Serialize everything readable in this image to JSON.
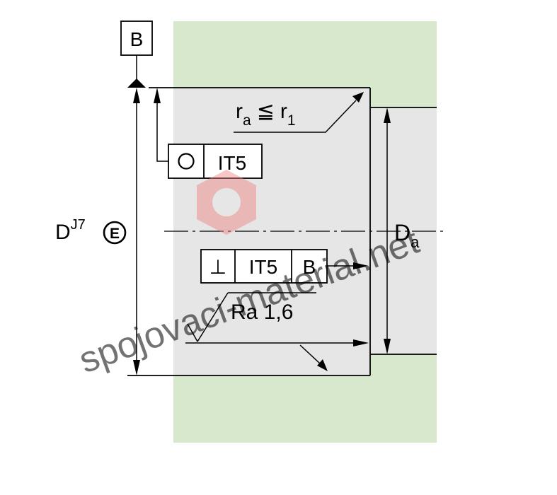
{
  "datum": {
    "letter": "B"
  },
  "bore": {
    "label_main": "D",
    "label_sup": "J7",
    "envelope_symbol": "E"
  },
  "shoulder": {
    "label_main": "D",
    "label_sub": "a"
  },
  "radius_note": {
    "r_a": "r",
    "r_a_sub": "a",
    "relation": "≦",
    "r_1": "r",
    "r_1_sub": "1"
  },
  "roundness_frame": {
    "symbol": "○",
    "tolerance": "IT5"
  },
  "perpendicularity_frame": {
    "symbol": "⊥",
    "tolerance": "IT5",
    "datum": "B"
  },
  "roughness": {
    "text": "Ra 1,6"
  },
  "watermark": {
    "text": "spojovaci-material.net"
  },
  "colors": {
    "housing_green": "#d8e8cc",
    "part_gray": "#e6e6e6",
    "ink": "#000000",
    "watermark_red": "#f08080"
  }
}
